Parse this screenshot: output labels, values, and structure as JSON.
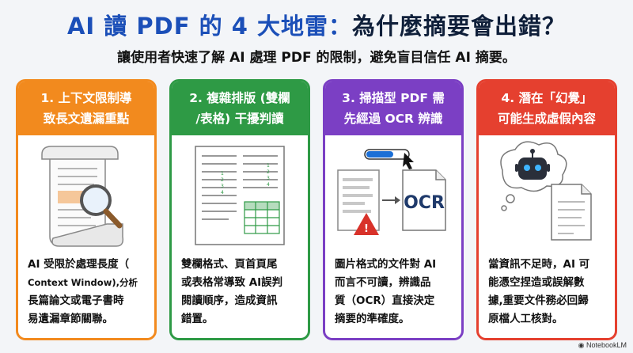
{
  "header": {
    "title_part1": "AI 讀 PDF 的 4 大地雷：",
    "title_part2": "為什麼摘要會出錯？",
    "subtitle": "讓使用者快速了解 AI 處理 PDF 的限制，避免盲目信任 AI 摘要。"
  },
  "cards": [
    {
      "head_line1": "1. 上下文限制導",
      "head_line2": "致長文遺漏重點",
      "body_line1": "AI 受限於處理長度（",
      "body_line2": "Context Window),分析",
      "body_line3": "長篇論文或電子書時",
      "body_line4": "易遺漏章節關聯。",
      "icon": "scroll-magnifier-icon"
    },
    {
      "head_line1": "2. 複雜排版 (雙欄",
      "head_line2": "/表格) 干擾判讀",
      "body_line1": "雙欄格式、頁首頁尾",
      "body_line2": "或表格常導致 AI誤判",
      "body_line3": "閱讀順序，造成資訊",
      "body_line4": "錯置。",
      "icon": "two-column-document-icon"
    },
    {
      "head_line1": "3. 掃描型 PDF 需",
      "head_line2": "先經過 OCR 辨識",
      "body_line1": "圖片格式的文件對 AI",
      "body_line2": "而言不可讀，辨識品",
      "body_line3": "質（OCR）直接決定",
      "body_line4": "摘要的準確度。",
      "ocr_label": "OCR",
      "icon": "ocr-scan-icon"
    },
    {
      "head_line1": "4. 潛在「幻覺」",
      "head_line2": "可能生成虛假內容",
      "body_line1": "當資訊不足時，AI 可",
      "body_line2": "能憑空捏造或誤解數",
      "body_line3": "據,重要文件務必回歸",
      "body_line4": "原檔人工核對。",
      "icon": "robot-thought-icon"
    }
  ],
  "brand": "NotebookLM",
  "colors": {
    "title_blue": "#1b4fb8",
    "card1": "#f28a1e",
    "card2": "#2e9a45",
    "card3": "#7b3fc4",
    "card4": "#e5402f"
  }
}
